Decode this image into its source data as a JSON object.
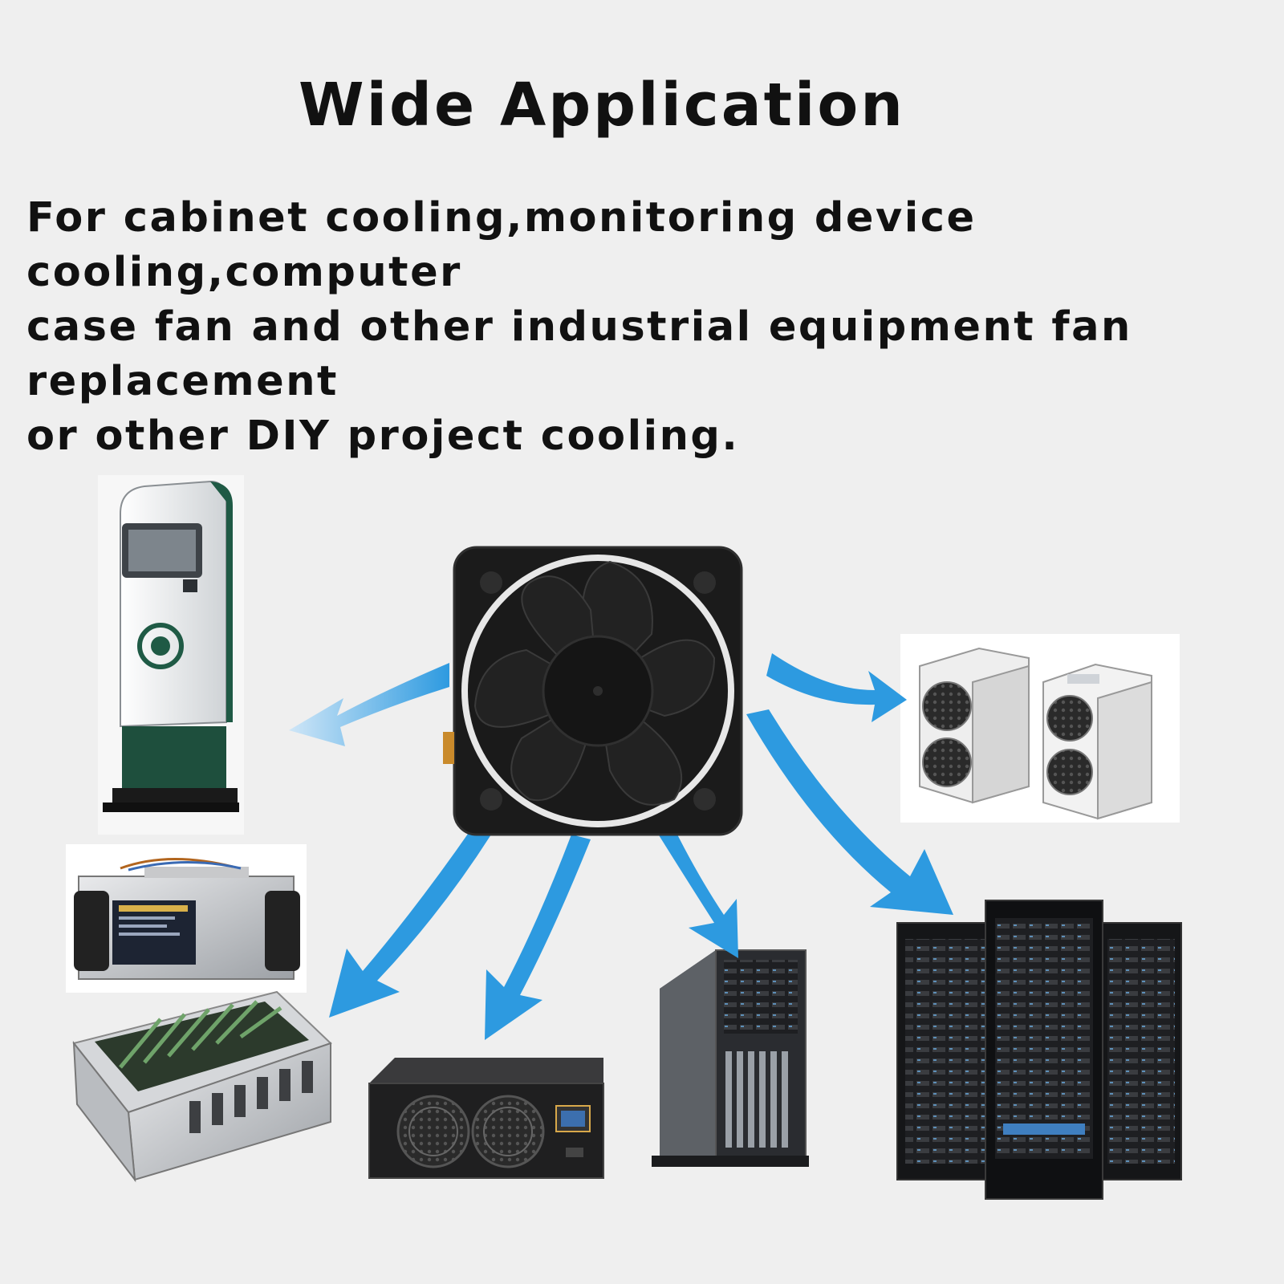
{
  "header": {
    "title": "Wide Application"
  },
  "description": {
    "line1": "For cabinet cooling,monitoring device cooling,computer",
    "line2": "case fan and other industrial equipment fan replacement",
    "line3": "or other DIY project cooling."
  },
  "colors": {
    "background": "#efefef",
    "arrow": "#2d9ae0",
    "fan": "#1b1b1b",
    "text": "#111111"
  },
  "images": {
    "fan": "cooling-fan-icon",
    "kiosk": "kiosk-terminal-icon",
    "miner_small": "miner-box-icon",
    "gpu_rig": "mining-rig-icon",
    "psu": "power-supply-icon",
    "tower_server": "tower-server-icon",
    "asic_pair": "asic-miner-icon",
    "server_racks": "server-rack-icon"
  }
}
